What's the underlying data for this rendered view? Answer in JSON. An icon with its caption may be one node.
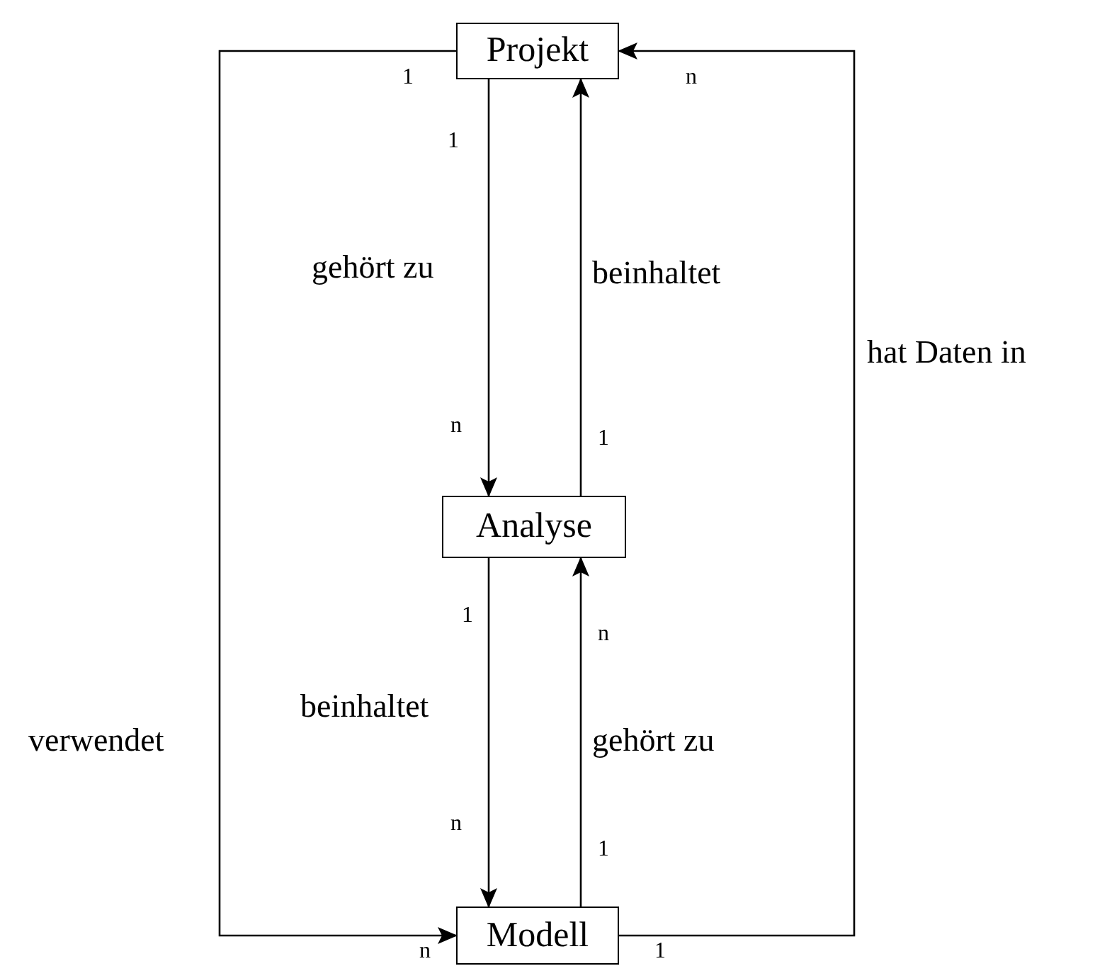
{
  "diagram": {
    "nodes": [
      {
        "text": [
          "Projekt"
        ]
      },
      {
        "text": [
          "Analyse"
        ]
      },
      {
        "text": [
          "Modell"
        ]
      }
    ],
    "edges": [
      {
        "from": 0,
        "to": 1,
        "arrow": "to",
        "label": "gehört zu"
      },
      {
        "from": 1,
        "to": 0,
        "arrow": "to",
        "label": "beinhaltet"
      },
      {
        "from": 1,
        "to": 2,
        "arrow": "to",
        "label": "beinhaltet"
      },
      {
        "from": 2,
        "to": 1,
        "arrow": "to",
        "label": "gehört zu"
      },
      {
        "from": 0,
        "to": 2,
        "arrow": "to",
        "label": "verwendet"
      },
      {
        "from": 2,
        "to": 0,
        "arrow": "to",
        "label": "hat Daten in"
      }
    ],
    "labels": [
      "1",
      "n",
      "1",
      "n",
      "1",
      "1",
      "n",
      "n",
      "1",
      "n",
      "1"
    ]
  }
}
